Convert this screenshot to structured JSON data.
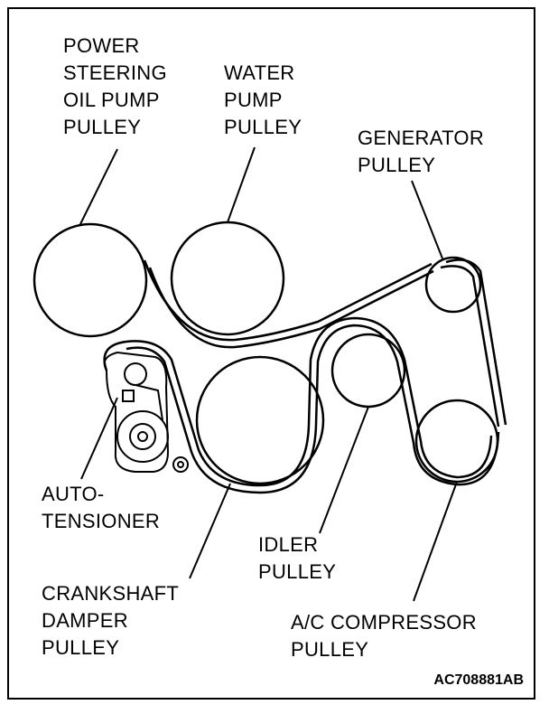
{
  "labels": {
    "power_steering": [
      "POWER",
      "STEERING",
      "OIL PUMP",
      "PULLEY"
    ],
    "water_pump": [
      "WATER",
      "PUMP",
      "PULLEY"
    ],
    "generator": [
      "GENERATOR",
      "PULLEY"
    ],
    "auto_tensioner": [
      "AUTO-",
      "TENSIONER"
    ],
    "idler": [
      "IDLER",
      "PULLEY"
    ],
    "crankshaft": [
      "CRANKSHAFT",
      "DAMPER",
      "PULLEY"
    ],
    "ac_compressor": [
      "A/C COMPRESSOR",
      "PULLEY"
    ]
  },
  "figure_code": "AC708881AB"
}
